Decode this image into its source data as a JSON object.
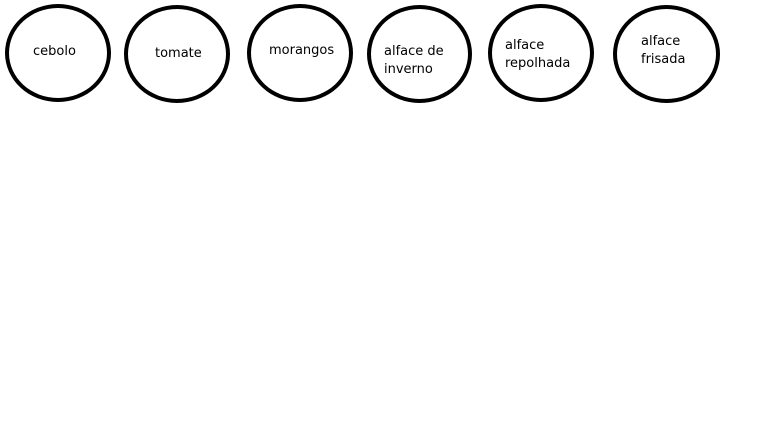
{
  "nodes": [
    {
      "lines": [
        "cebolo"
      ]
    },
    {
      "lines": [
        "tomate"
      ]
    },
    {
      "lines": [
        "morangos"
      ]
    },
    {
      "lines": [
        "alface de",
        "inverno"
      ]
    },
    {
      "lines": [
        "alface",
        "repolhada"
      ]
    },
    {
      "lines": [
        "alface",
        "frisada"
      ]
    }
  ],
  "colors": {
    "stroke": "#000000",
    "fill": "#ffffff",
    "text": "#000000"
  }
}
